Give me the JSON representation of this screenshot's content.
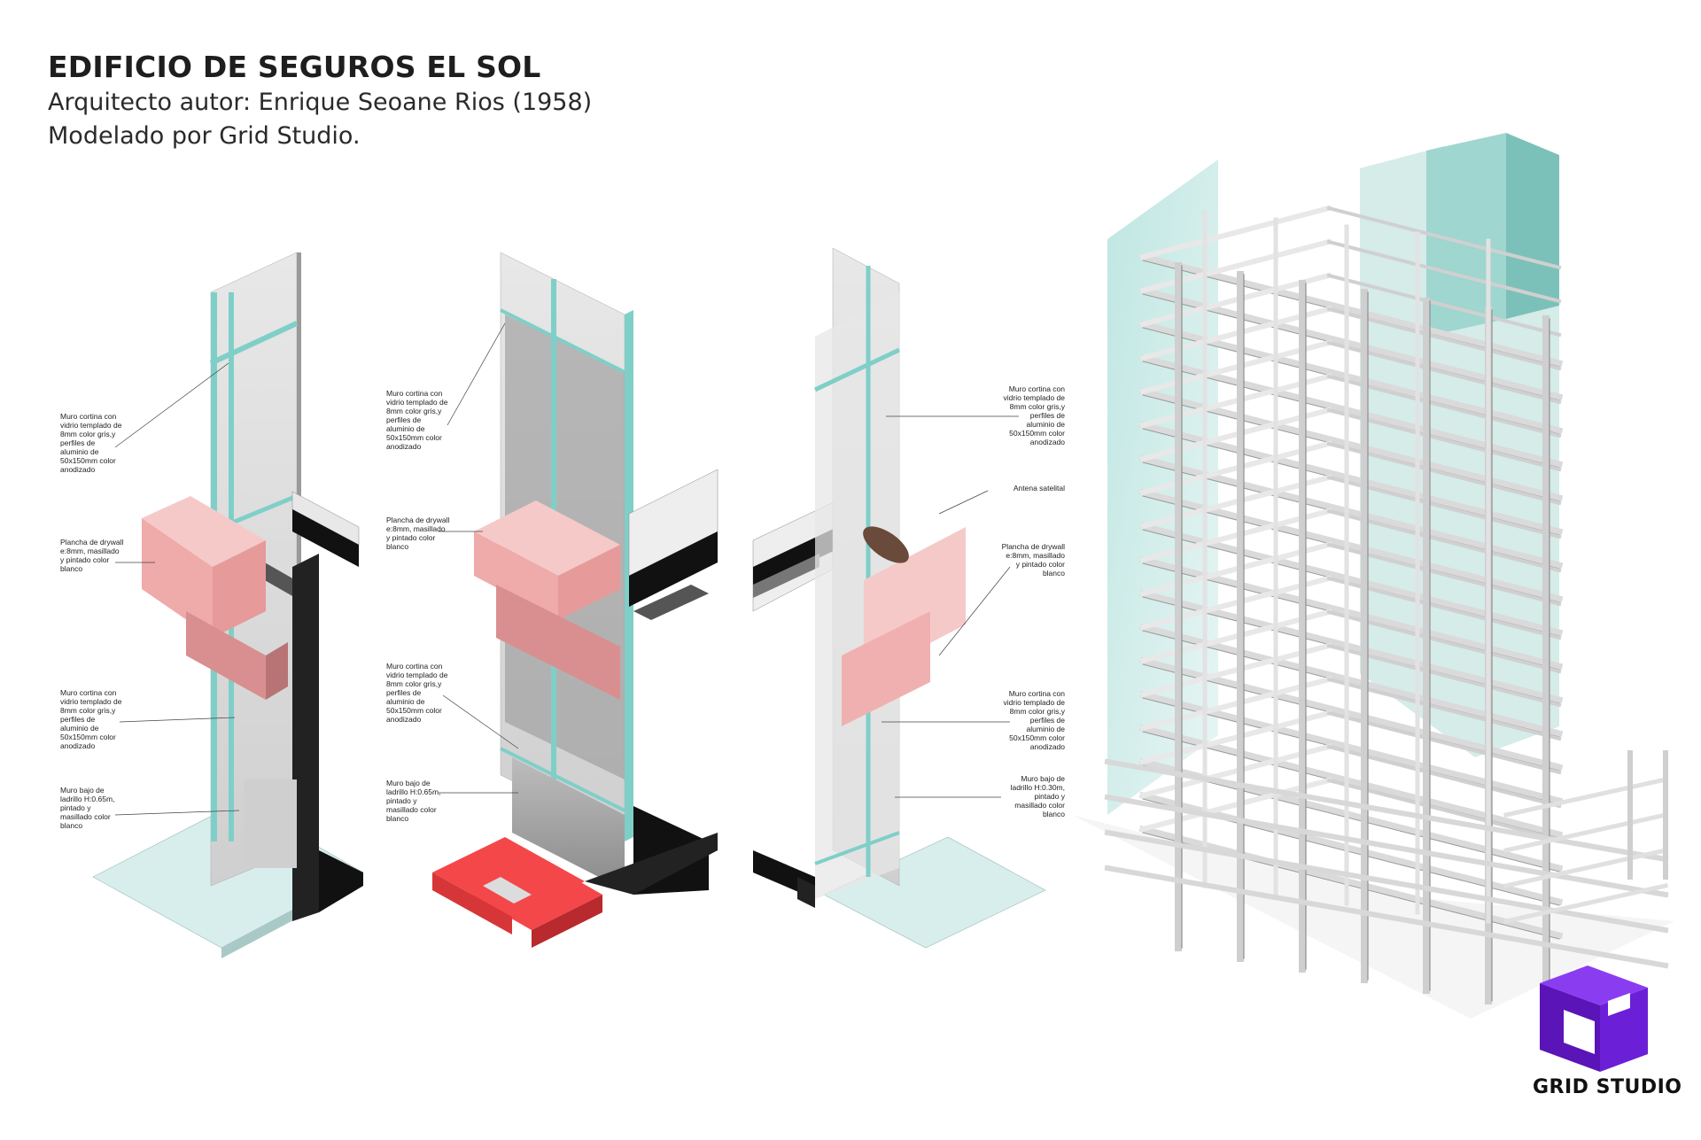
{
  "header": {
    "title": "EDIFICIO DE SEGUROS EL SOL",
    "subtitle_line1": "Arquitecto autor: Enrique Seoane Rios (1958)",
    "subtitle_line2": "Modelado por Grid Studio."
  },
  "annotations": {
    "a1": [
      "Muro  cortina con",
      "vidrio templado  de",
      "8mm color gris,y",
      "perfiles de",
      "aluminio de",
      "50x150mm color",
      "anodizado"
    ],
    "a2": [
      "Plancha de drywall",
      "e:8mm, masillado",
      "y pintado color",
      "blanco"
    ],
    "a3": [
      "Muro  cortina con",
      "vidrio templado  de",
      "8mm color gris,y",
      "perfiles de",
      "aluminio de",
      "50x150mm color",
      "anodizado"
    ],
    "a4": [
      "Muro   bajo de",
      "ladrillo H:0.65m,",
      "pintado y",
      "masillado color",
      "blanco"
    ],
    "b1": [
      "Muro  cortina con",
      "vidrio templado de",
      "8mm color gris,y",
      "perfiles de",
      "aluminio de",
      "50x150mm color",
      "anodizado"
    ],
    "b2": [
      "Plancha de drywall",
      "e:8mm, masillado",
      "y pintado color",
      "blanco"
    ],
    "b3": [
      "Muro  cortina con",
      "vidrio templado de",
      "8mm color gris,y",
      "perfiles de",
      "aluminio de",
      "50x150mm color",
      "anodizado"
    ],
    "b4": [
      "Muro   bajo de",
      "ladrillo H:0.65m,",
      "pintado y",
      "masillado color",
      "blanco"
    ],
    "c1": [
      "Muro  cortina con",
      "vidrio templado  de",
      "8mm color gris,y",
      "perfiles de",
      "aluminio de",
      "50x150mm color",
      "anodizado"
    ],
    "c0": [
      "Antena satelital"
    ],
    "c2": [
      "Plancha de drywall",
      "e:8mm, masillado",
      "y pintado color",
      "blanco"
    ],
    "c3": [
      "Muro  cortina con",
      "vidrio templado  de",
      "8mm color gris,y",
      "perfiles de",
      "aluminio de",
      "50x150mm color",
      "anodizado"
    ],
    "c4": [
      "Muro   bajo de",
      "ladrillo H:0.30m,",
      "pintado y",
      "masillado color",
      "blanco"
    ]
  },
  "brand": {
    "name": "GRID STUDIO",
    "icon": "grid-studio-cube-icon",
    "color": "#6b1fd6"
  },
  "palette": {
    "glass": "#bfe3df",
    "mullion": "#7fcfc8",
    "drywall": "#f3b5b5",
    "brick_red": "#f4474a",
    "frame": "#e4e4e4",
    "slab": "#d3ecea"
  }
}
